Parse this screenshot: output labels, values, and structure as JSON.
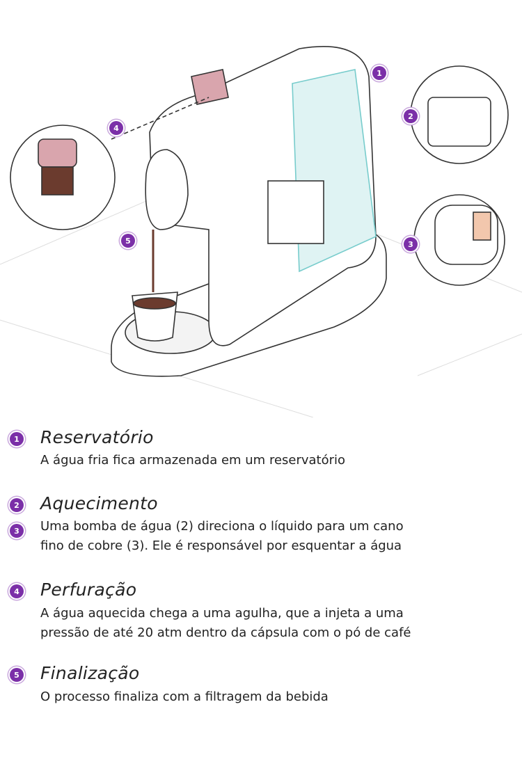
{
  "illustration": {
    "badges": [
      "1",
      "2",
      "3",
      "4",
      "5"
    ],
    "colors": {
      "purple": "#7b2fa8",
      "water": "#dff3f3",
      "capsule": "#d9a5ad",
      "coffee": "#6b3b2e"
    }
  },
  "steps": [
    {
      "numbers": [
        "1"
      ],
      "title": "Reservatório",
      "description": [
        "A água fria fica armazenada em um reservatório"
      ]
    },
    {
      "numbers": [
        "2",
        "3"
      ],
      "title": "Aquecimento",
      "description": [
        "Uma bomba de água (2) direciona o líquido para um cano",
        "fino de cobre (3). Ele é responsável por esquentar a água"
      ]
    },
    {
      "numbers": [
        "4"
      ],
      "title": "Perfuração",
      "description": [
        "A água aquecida chega a uma agulha, que a injeta a uma",
        "pressão de até 20 atm dentro da cápsula com o pó de café"
      ]
    },
    {
      "numbers": [
        "5"
      ],
      "title": "Finalização",
      "description": [
        "O processo finaliza com a filtragem da bebida"
      ]
    }
  ]
}
